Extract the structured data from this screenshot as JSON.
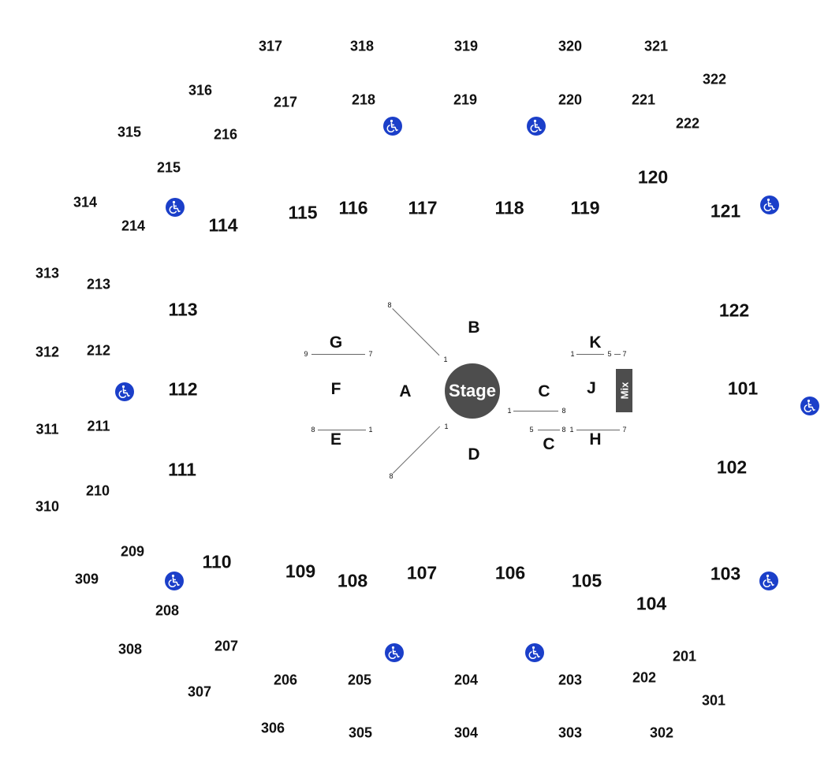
{
  "colors": {
    "accessible": "#1b3fc9",
    "stage": "#4d4d4d",
    "text": "#111111"
  },
  "stage_label": "Stage",
  "mix_label": "Mix",
  "upper_sections": [
    "317",
    "318",
    "319",
    "320",
    "321",
    "322",
    "316",
    "315",
    "314",
    "313",
    "312",
    "311",
    "310",
    "309",
    "308",
    "307",
    "306",
    "305",
    "304",
    "303",
    "302",
    "301"
  ],
  "mid_sections": [
    "217",
    "218",
    "219",
    "220",
    "221",
    "222",
    "216",
    "215",
    "214",
    "213",
    "212",
    "211",
    "210",
    "209",
    "208",
    "207",
    "206",
    "205",
    "204",
    "203",
    "202",
    "201"
  ],
  "lower_sections": [
    "120",
    "121",
    "122",
    "101",
    "102",
    "103",
    "104",
    "105",
    "106",
    "107",
    "108",
    "109",
    "110",
    "111",
    "112",
    "113",
    "114",
    "115",
    "116",
    "117",
    "118",
    "119"
  ],
  "floor_sections": [
    "G",
    "F",
    "E",
    "A",
    "B",
    "D",
    "C",
    "C",
    "K",
    "J",
    "H"
  ],
  "row_labels": [
    "8",
    "1",
    "9",
    "7",
    "8",
    "1",
    "1",
    "8",
    "1",
    "5",
    "7",
    "1",
    "8",
    "5",
    "8",
    "1",
    "7"
  ],
  "accessible_icon": "wheelchair-icon"
}
